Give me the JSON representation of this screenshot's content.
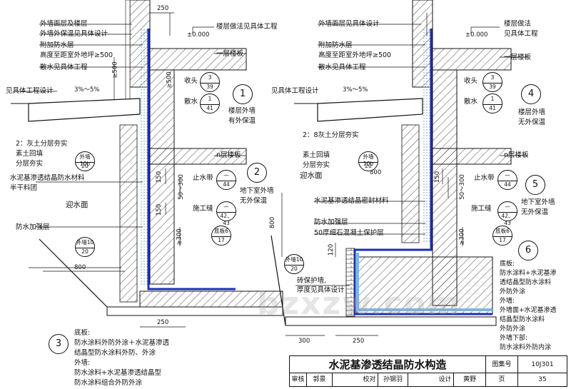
{
  "colors": {
    "waterproof": "#1c2fb8",
    "protect": "#7fb6e0",
    "line": "#111111",
    "hatch": "#222222"
  },
  "left": {
    "labels": {
      "wall_surface": "外墙面层及楼层",
      "ext_insulation": "外墙外保温见具体设计",
      "add_layer": "附加防水层",
      "add_layer_height": "高度至距室外地坪≥500",
      "apron": "散水见具体工程",
      "floor_practice": "楼层做法见具体工程",
      "elev": "±0.000",
      "first_floor": "一层楼板",
      "see_project": "见具体工程设计",
      "slope": "3%～5%",
      "shoutou": "收头",
      "sanshui": "散水",
      "soil1": "2：灰土分层夯实",
      "soil2": "素土回填",
      "soil3": "分层夯实",
      "n_floor": "n层楼板",
      "cement_mat": "水泥基渗透结晶防水材料",
      "half_dry": "半干料团",
      "facing": "迎水面",
      "stopband": "止水带",
      "joint": "施工缝",
      "reinforce": "防水加强层",
      "dim_800": "800",
      "dim_250": "250",
      "dim_500": "≥500",
      "dim_150a": "150",
      "dim_150b": "150",
      "dim_50_300": "50～300",
      "dim_300": "≥300"
    },
    "refs": [
      {
        "top": "3",
        "bottom": "39"
      },
      {
        "top": "1",
        "bottom": "41"
      },
      {
        "top": "外墙10b",
        "bottom": "20"
      },
      {
        "top": "—",
        "bottom": "44"
      },
      {
        "top": "—",
        "bottom": "42、43"
      },
      {
        "top": "外墙10",
        "bottom": "20"
      },
      {
        "top": "底板6",
        "bottom": "17"
      }
    ],
    "circles": [
      "1",
      "2",
      "3"
    ],
    "desc1": [
      "楼层外墙",
      "有外保温"
    ],
    "desc2": [
      "地下室外墙",
      "无外保温"
    ]
  },
  "right": {
    "labels": {
      "wall_surface": "外墙面层见具体设计",
      "floor_practice1": "楼层做法",
      "floor_practice2": "见具体工程",
      "elev": "±0.000",
      "add_layer": "附加防水层",
      "add_layer_height": "高度至距室外地坪≥500",
      "apron": "散水见具体工程",
      "first_floor": "一层楼板",
      "see_project": "见具体工程设计",
      "slope": "3%～5%",
      "shoutou": "收头",
      "sanshui": "散水",
      "soil1": "2：8灰土分层夯实",
      "soil2": "素土回填",
      "soil3": "分层夯实",
      "n_floor": "n层楼板",
      "facing": "迎水面",
      "stopband": "止水带",
      "cement_seal": "水泥基渗透结晶密封材料",
      "joint": "施工缝",
      "reinforce": "防水加强层",
      "concrete_protect": "50厚细石混凝土保护层",
      "brick1": "砖保护墙,",
      "brick2": "厚度见具体设计",
      "dim_800": "800",
      "dim_120": "120",
      "dim_300": "300",
      "dim_250": "250",
      "dim_150": "150",
      "dim_50_300": "50～300",
      "dim_300b": "≥300"
    },
    "refs": [
      {
        "top": "3",
        "bottom": "39"
      },
      {
        "top": "1",
        "bottom": "41"
      },
      {
        "top": "外墙10b",
        "bottom": "20"
      },
      {
        "top": "—",
        "bottom": "44"
      },
      {
        "top": "—",
        "bottom": "42、43"
      },
      {
        "top": "外墙10",
        "bottom": "20"
      },
      {
        "top": "底板6",
        "bottom": "17"
      }
    ],
    "circles": [
      "4",
      "5",
      "6"
    ],
    "desc4": [
      "楼层外墙",
      "无外保温"
    ],
    "desc5": [
      "地下室外墙",
      "无外保温"
    ]
  },
  "notes3": [
    "底板:",
    "防水涂料外防外涂＋水泥基渗透",
    "结晶型防水涂料外防、外涂",
    "外墙:",
    "防水涂料+水泥基渗透结晶型",
    "防水涂料组合外防外涂"
  ],
  "notes6": [
    "底板:",
    "防水涂料+水泥基渗",
    "透结晶型防水涂料",
    "外防外涂",
    "外墙:",
    "外墙面+水泥基渗透",
    "结晶型防水涂料",
    "外防外涂",
    "外墙下部:",
    "防水涂料外防内涂"
  ],
  "titleblock": {
    "title": "水泥基渗透结晶防水构造",
    "atlas_label": "图集号",
    "atlas_no": "10J301",
    "review": "审核",
    "reviewer": "郭景",
    "check": "校对",
    "checker": "孙钢羽",
    "design": "设计",
    "designer": "黄野",
    "page_label": "页",
    "page_no": "35"
  },
  "watermark": "bzxzw.com"
}
